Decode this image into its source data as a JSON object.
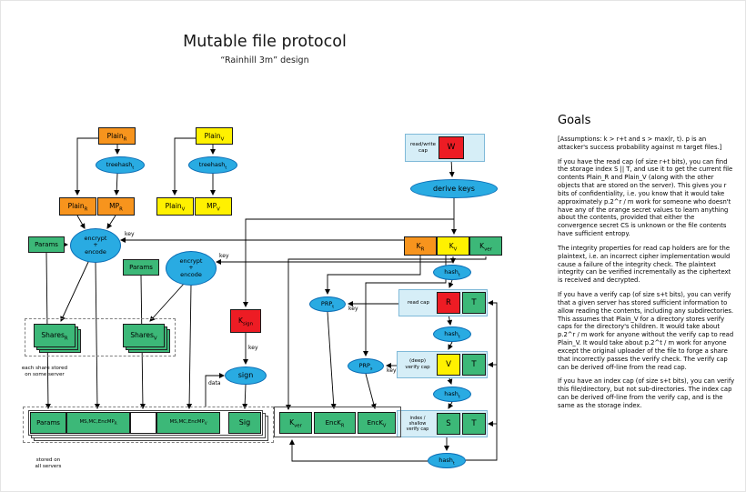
{
  "title": "Mutable file protocol",
  "subtitle": "“Rainhill 3m” design",
  "colors": {
    "orange": "#F7941D",
    "yellow": "#FFF100",
    "green": "#3CB878",
    "red": "#ED1C24",
    "blue": "#29ABE2",
    "pale_blue": "#D6EEF7"
  },
  "annotations": {
    "key1": "key",
    "key2": "key",
    "key3": "key",
    "key4": "key",
    "key5": "key",
    "data": "data",
    "each_share_1": "each share stored",
    "each_share_2": "on some server",
    "stored_all_1": "stored on",
    "stored_all_2": "all servers"
  },
  "nodes": {
    "plain_r_top": {
      "base": "Plain",
      "sub": "R"
    },
    "plain_v_top": {
      "base": "Plain",
      "sub": "V"
    },
    "treehash_r": {
      "base": "treehash",
      "sub": "t"
    },
    "treehash_v": {
      "base": "treehash",
      "sub": "t"
    },
    "plain_r": {
      "base": "Plain",
      "sub": "R"
    },
    "mp_r": {
      "base": "MP",
      "sub": "R"
    },
    "plain_v": {
      "base": "Plain",
      "sub": "V"
    },
    "mp_v": {
      "base": "MP",
      "sub": "V"
    },
    "params_1": "Params",
    "params_2": "Params",
    "encrypt_encode_1": {
      "l1": "encrypt",
      "l2": "+",
      "l3": "encode"
    },
    "encrypt_encode_2": {
      "l1": "encrypt",
      "l2": "+",
      "l3": "encode"
    },
    "shares_r": {
      "base": "Shares",
      "sub": "R"
    },
    "shares_v": {
      "base": "Shares",
      "sub": "V"
    },
    "k_sign": {
      "base": "K",
      "sub": "sign"
    },
    "sign": "sign",
    "rw_cap": {
      "l1": "read/write",
      "l2": "cap"
    },
    "w": "W",
    "derive_keys": "derive keys",
    "k_r": {
      "base": "K",
      "sub": "R"
    },
    "k_v": {
      "base": "K",
      "sub": "V"
    },
    "k_ver": {
      "base": "K",
      "sub": "ver"
    },
    "hash_1": {
      "base": "hash",
      "sub": "t"
    },
    "hash_2": {
      "base": "hash",
      "sub": "t"
    },
    "hash_3": {
      "base": "hash",
      "sub": "t"
    },
    "hash_4": {
      "base": "hash",
      "sub": "t"
    },
    "read_cap": "read cap",
    "r": "R",
    "t_read": "T",
    "prp_t": {
      "base": "PRP",
      "sub": "t"
    },
    "verify_cap": {
      "l1": "(deep)",
      "l2": "verify cap"
    },
    "v": "V",
    "t_verify": "T",
    "prp_s": {
      "base": "PRP",
      "sub": "s"
    },
    "index_cap": {
      "l1": "index /",
      "l2": "shallow",
      "l3": "verify cap"
    },
    "s": "S",
    "t_index": "T",
    "params_3": "Params",
    "ms_r": {
      "base": "MS,MC,EncMP",
      "sub": "R"
    },
    "ms_v": {
      "base": "MS,MC,EncMP",
      "sub": "V"
    },
    "sig": "Sig",
    "k_ver_stored": {
      "base": "K",
      "sub": "ver"
    },
    "enck_r": {
      "base": "EncK",
      "sub": "R"
    },
    "enck_v": {
      "base": "EncK",
      "sub": "V"
    }
  },
  "goals": {
    "heading": "Goals",
    "paragraphs": [
      "[Assumptions: k > r+t and s > max(r, t). p is an attacker's success probability against m target files.]",
      "If you have the read cap (of size r+t bits), you can find the storage index S || T, and use it to get the current file contents Plain_R and Plain_V (along with the other objects that are stored on the server). This gives you r bits of confidentiality, i.e. you know that it would take approximately p.2^r / m work for someone who doesn't have any of the orange secret values to learn anything about the contents, provided that either the convergence secret CS is unknown or the file contents have sufficient entropy.",
      "The integrity properties for read cap holders are for the plaintext, i.e. an incorrect cipher implementation would cause a failure of the integrity check. The plaintext integrity can be verified incrementally as the ciphertext is received and decrypted.",
      "If you have a verify cap (of size s+t bits), you can verify that a given server has stored sufficient information to allow reading the contents, including any subdirectories. This assumes that Plain_V for a directory stores verify caps for the directory's children. It would take about p.2^r / m work for anyone without the verify cap to read Plain_V. It would take about p.2^t / m work for anyone except the original uploader of the file to forge a share that incorrectly passes the verify check. The verify cap can be derived off-line from the read cap.",
      "If you have an index cap (of size s+t bits), you can verify this file/directory, but not sub-directories. The index cap can be derived off-line from the verify cap, and is the same as the storage index."
    ]
  }
}
